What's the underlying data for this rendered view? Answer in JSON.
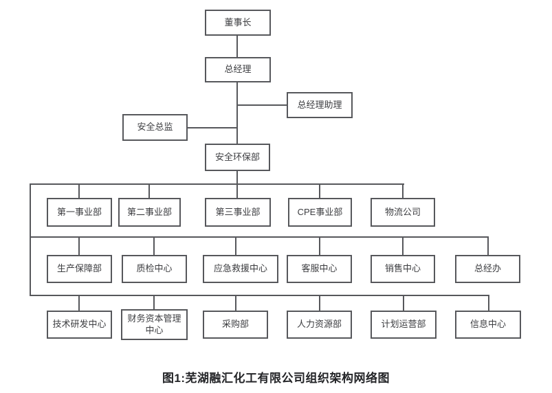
{
  "diagram": {
    "caption": "图1:芜湖融汇化工有限公司组织架构网络图",
    "line_color": "#56575b",
    "nodes": {
      "chairman": "董事长",
      "general_manager": "总经理",
      "gm_assistant": "总经理助理",
      "safety_director": "安全总监",
      "safety_env_dept": "安全环保部"
    },
    "row1": [
      "第一事业部",
      "第二事业部",
      "第三事业部",
      "CPE事业部",
      "物流公司"
    ],
    "row2": [
      "生产保障部",
      "质检中心",
      "应急救援中心",
      "客服中心",
      "销售中心",
      "总经办"
    ],
    "row3": [
      "技术研发中心",
      "财务资本管理中心",
      "采购部",
      "人力资源部",
      "计划运营部",
      "信息中心"
    ]
  }
}
